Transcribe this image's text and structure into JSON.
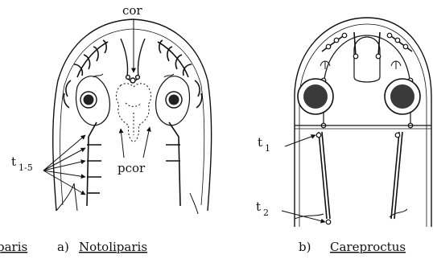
{
  "colors": {
    "ink": "#111111",
    "paper": "#ffffff",
    "eye": "#3a3a3a",
    "pupil": "#111111"
  },
  "labels": {
    "cor": "cor",
    "pcor": "pcor",
    "t15_main": "t",
    "t15_sub": "1-5",
    "t1_main": "t",
    "t1_sub": "1",
    "t2_main": "t",
    "t2_sub": "2"
  },
  "captions": {
    "left_fragment": "paris",
    "a_prefix": "a)",
    "a_name": "Notoliparis",
    "b_prefix": "b)",
    "b_name": "Careproctus"
  }
}
